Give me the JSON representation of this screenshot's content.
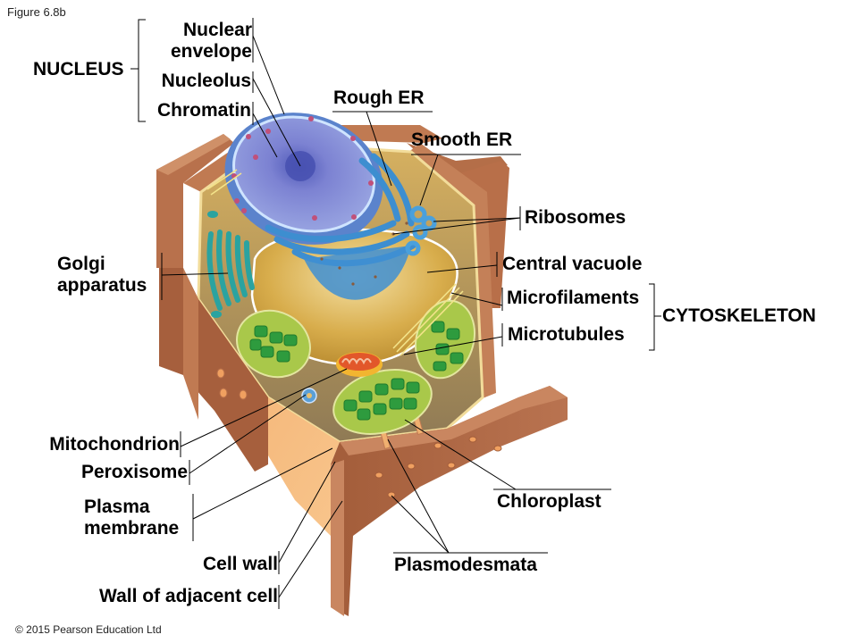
{
  "figure_label": "Figure 6.8b",
  "copyright": "© 2015 Pearson Education Ltd",
  "groups": {
    "nucleus": "NUCLEUS",
    "cytoskeleton": "CYTOSKELETON"
  },
  "labels": {
    "nuclear_envelope": [
      "Nuclear",
      "envelope"
    ],
    "nucleolus": "Nucleolus",
    "chromatin": "Chromatin",
    "rough_er": "Rough ER",
    "smooth_er": "Smooth ER",
    "ribosomes": "Ribosomes",
    "central_vacuole": "Central vacuole",
    "microfilaments": "Microfilaments",
    "microtubules": "Microtubules",
    "golgi_apparatus": [
      "Golgi",
      "apparatus"
    ],
    "mitochondrion": "Mitochondrion",
    "peroxisome": "Peroxisome",
    "plasma_membrane": [
      "Plasma",
      "membrane"
    ],
    "cell_wall": "Cell wall",
    "wall_of_adjacent_cell": "Wall of adjacent cell",
    "chloroplast": "Chloroplast",
    "plasmodesmata": "Plasmodesmata"
  },
  "colors": {
    "cell_wall": "#b06a45",
    "cell_wall_light": "#c98660",
    "cytoplasm": "#d9a651",
    "nucleus": "#6f74c8",
    "er": "#3d8ed0",
    "golgi": "#2aa3a0",
    "vacuole": "#c99a36",
    "chloroplast_outer": "#a9c84a",
    "grana": "#2e9b3e",
    "mitochondrion": "#e2572a"
  }
}
